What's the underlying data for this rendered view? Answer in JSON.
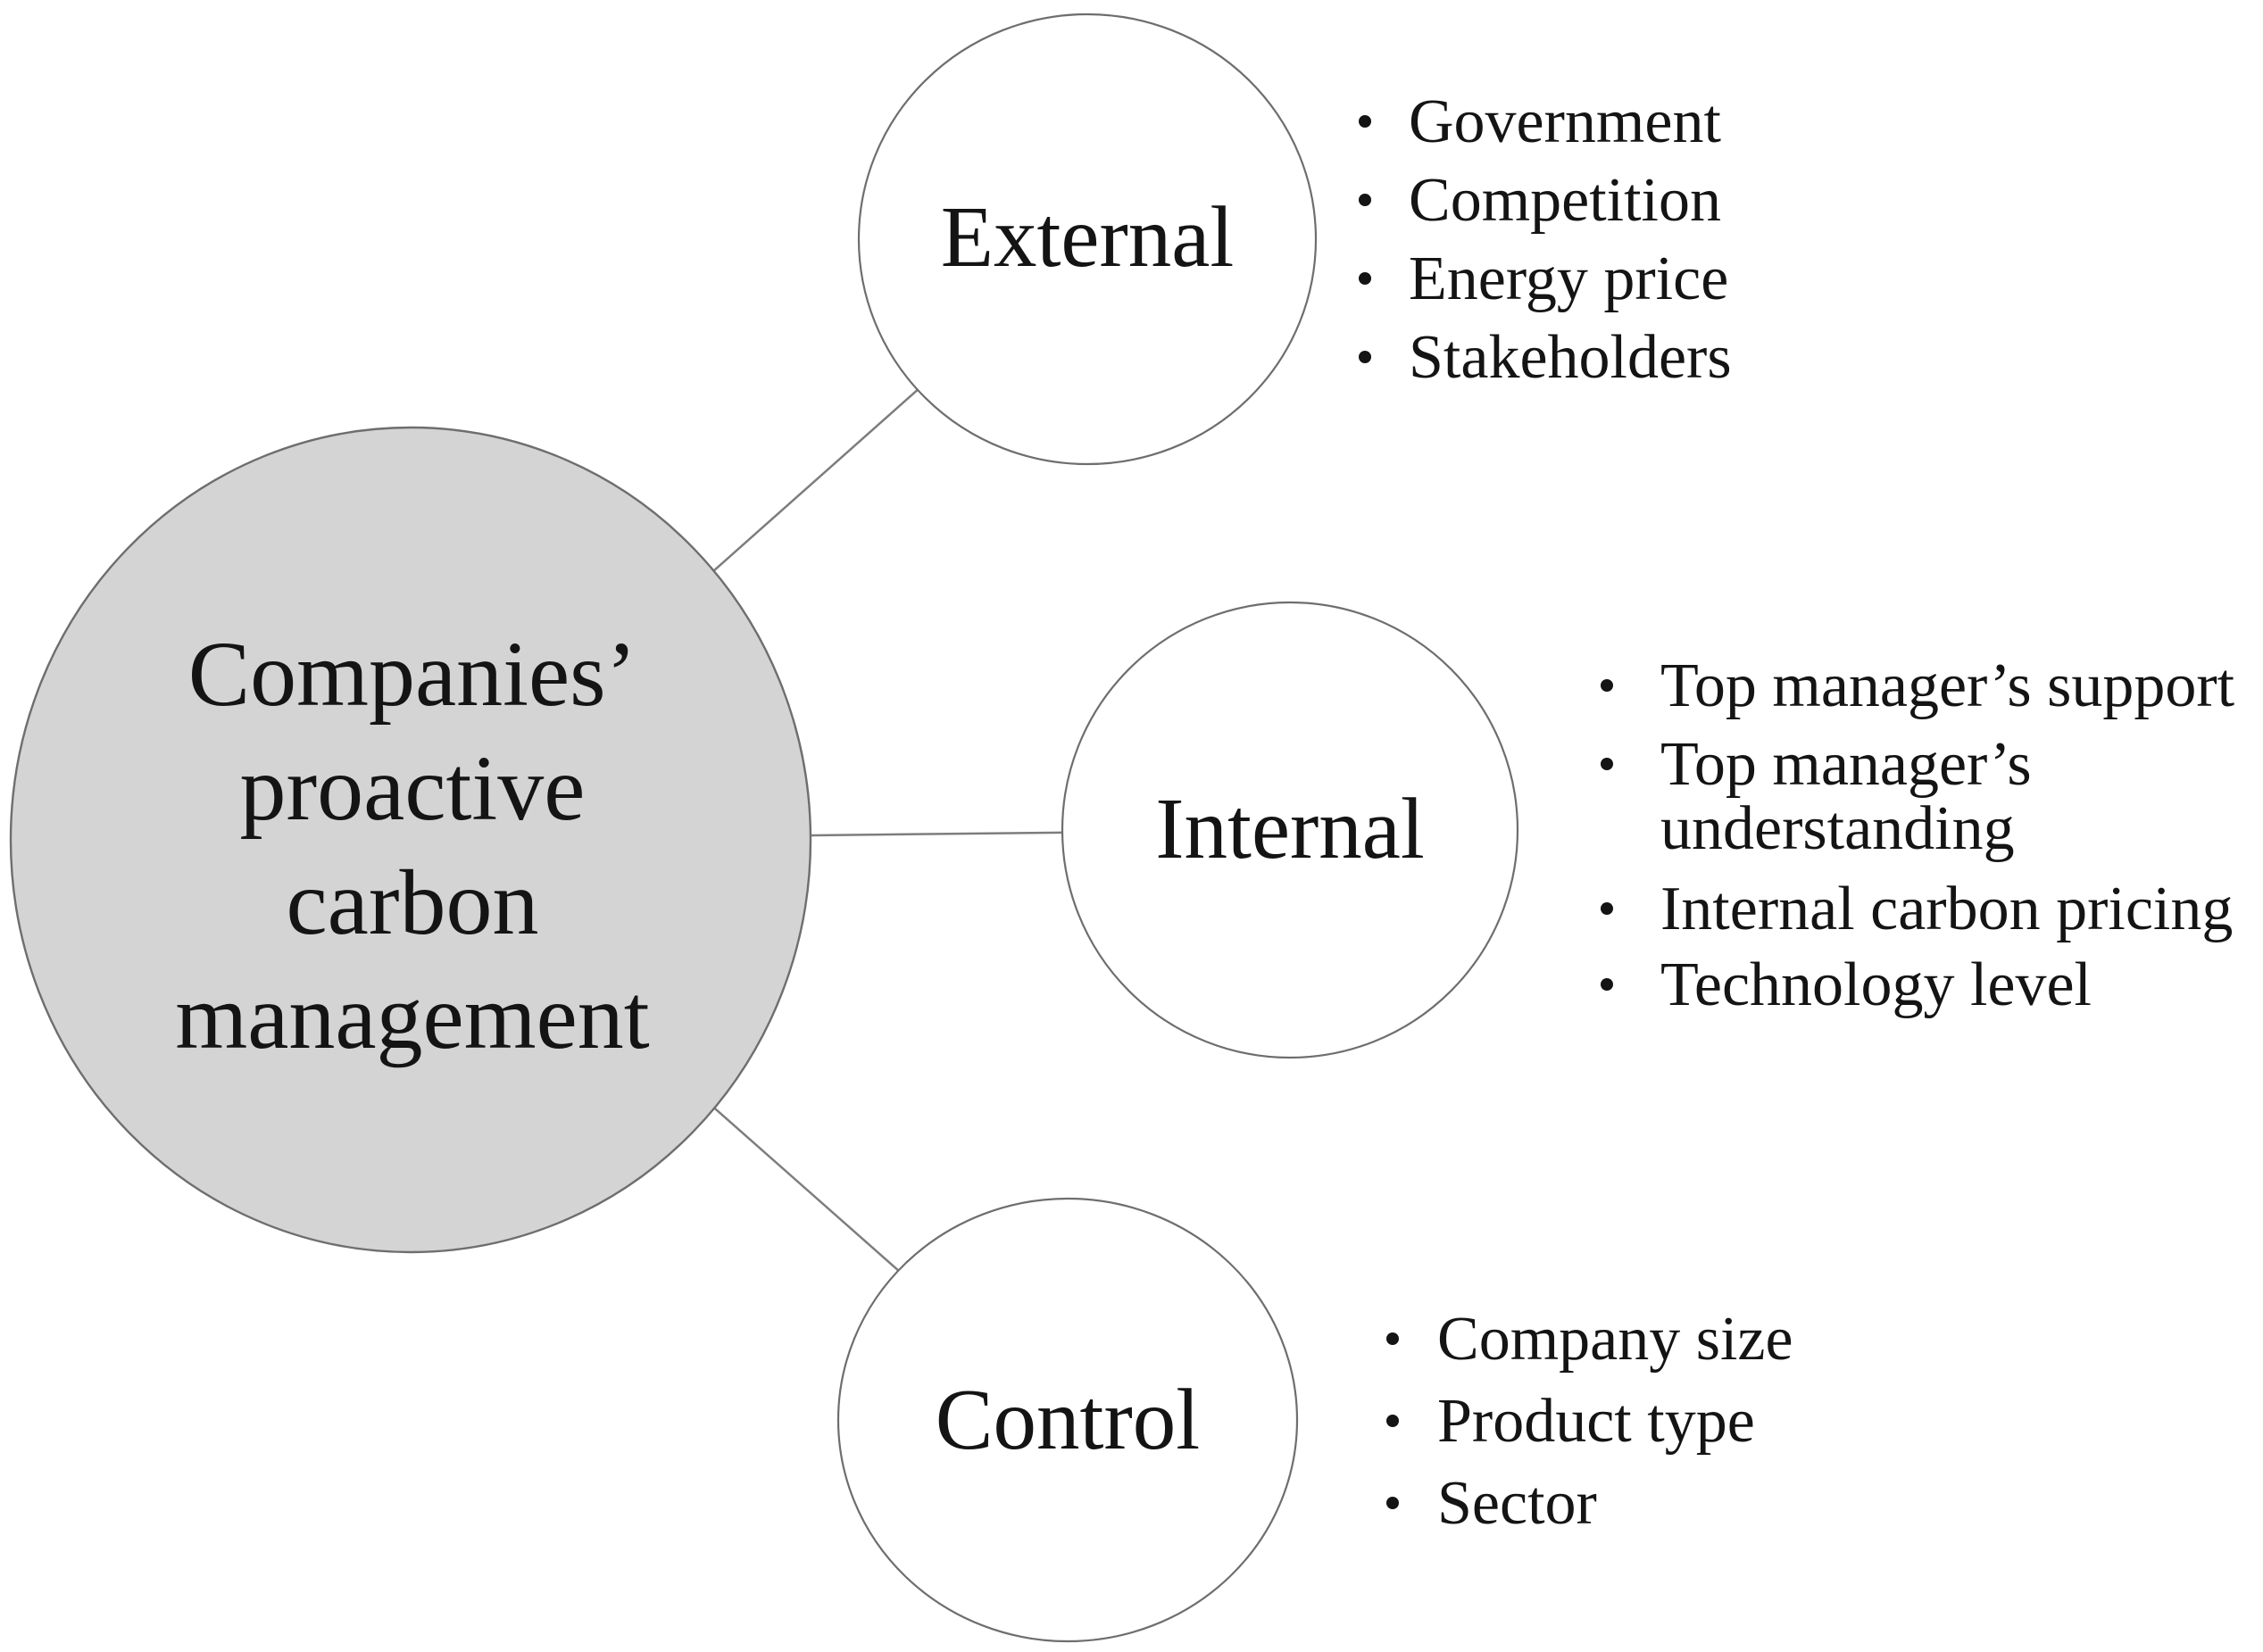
{
  "diagram": {
    "title": "Companies' proactive carbon management factors diagram",
    "colors": {
      "center_fill": "#d4d4d4",
      "node_fill": "#ffffff",
      "stroke": "#6e6e6e",
      "line": "#7d7d7d",
      "text": "#141414"
    },
    "center": {
      "label": "Companies’ proactive carbon management",
      "lines": [
        "Companies’",
        "proactive",
        "carbon",
        "management"
      ]
    },
    "nodes": [
      {
        "id": "external",
        "label": "External",
        "items": [
          "Government",
          "Competition",
          "Energy price",
          "Stakeholders"
        ],
        "lines": [
          {
            "text": "Government",
            "bullet": true
          },
          {
            "text": "Competition",
            "bullet": true
          },
          {
            "text": "Energy price",
            "bullet": true
          },
          {
            "text": "Stakeholders",
            "bullet": true
          }
        ]
      },
      {
        "id": "internal",
        "label": "Internal",
        "items": [
          "Top manager’s support",
          "Top manager’s understanding",
          "Internal carbon pricing",
          "Technology level"
        ],
        "lines": [
          {
            "text": "Top manager’s support",
            "bullet": true
          },
          {
            "text": "Top manager’s",
            "bullet": true
          },
          {
            "text": "understanding",
            "bullet": false
          },
          {
            "text": "Internal carbon pricing",
            "bullet": true
          },
          {
            "text": "Technology level",
            "bullet": true
          }
        ]
      },
      {
        "id": "control",
        "label": "Control",
        "items": [
          "Company size",
          "Product type",
          "Sector"
        ],
        "lines": [
          {
            "text": "Company size",
            "bullet": true
          },
          {
            "text": "Product type",
            "bullet": true
          },
          {
            "text": "Sector",
            "bullet": true
          }
        ]
      }
    ]
  }
}
